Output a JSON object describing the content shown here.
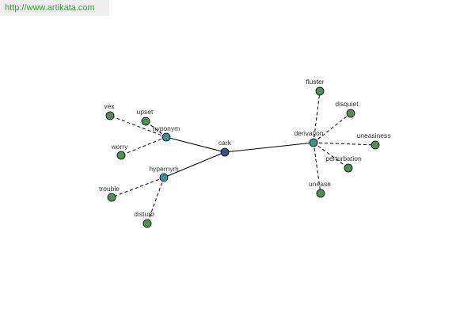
{
  "header": {
    "url": "http://www.artikata.com"
  },
  "colors": {
    "root": "#3a4f8f",
    "relation": "#3f8f8f",
    "leaf": "#4f8f4f"
  },
  "graph": {
    "root": {
      "id": "cark",
      "label": "cark"
    },
    "relations": [
      {
        "id": "hyponym",
        "label": "hyponym"
      },
      {
        "id": "hypernym",
        "label": "hypernym"
      },
      {
        "id": "derivation",
        "label": "derivation"
      }
    ],
    "leaves": [
      {
        "id": "vex",
        "label": "vex",
        "parent": "hyponym"
      },
      {
        "id": "upset",
        "label": "upset",
        "parent": "hyponym"
      },
      {
        "id": "worry",
        "label": "worry",
        "parent": "hyponym"
      },
      {
        "id": "trouble",
        "label": "trouble",
        "parent": "hypernym"
      },
      {
        "id": "disturb",
        "label": "disturb",
        "parent": "hypernym"
      },
      {
        "id": "fluster",
        "label": "fluster",
        "parent": "derivation"
      },
      {
        "id": "disquiet",
        "label": "disquiet",
        "parent": "derivation"
      },
      {
        "id": "uneasiness",
        "label": "uneasiness",
        "parent": "derivation"
      },
      {
        "id": "perturbation",
        "label": "perturbation",
        "parent": "derivation"
      },
      {
        "id": "unease",
        "label": "unease",
        "parent": "derivation"
      }
    ]
  }
}
